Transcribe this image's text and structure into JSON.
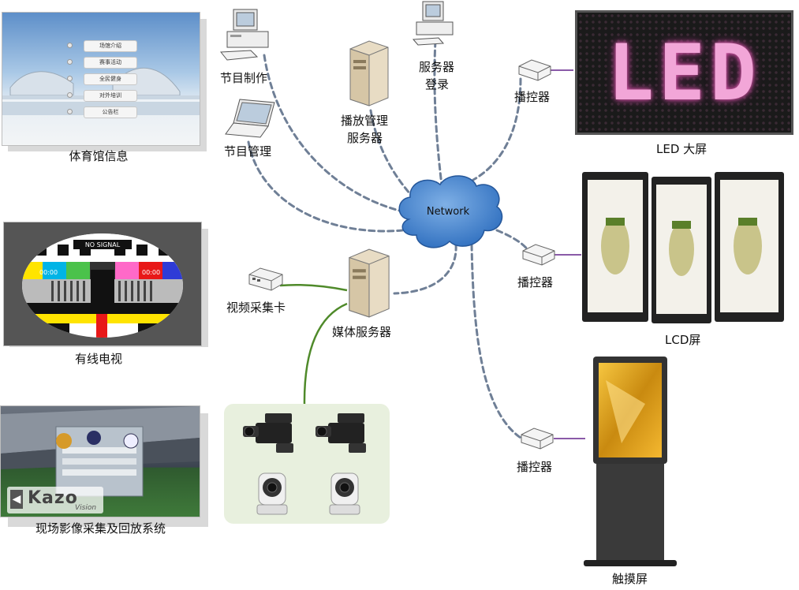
{
  "nodes": {
    "stadium_info": "体育馆信息",
    "cable_tv": "有线电视",
    "live_capture": "现场影像采集及回放系统",
    "program_make": "节目制作",
    "program_manage": "节目管理",
    "play_server": "播放管理\n服务器",
    "play_server_l1": "播放管理",
    "play_server_l2": "服务器",
    "server_login_l1": "服务器",
    "server_login_l2": "登录",
    "network": "Network",
    "video_card": "视频采集卡",
    "media_server": "媒体服务器",
    "controller_1": "播控器",
    "controller_2": "播控器",
    "controller_3": "播控器",
    "led_screen": "LED 大屏",
    "lcd_screen": "LCD屏",
    "touch_screen": "触摸屏"
  },
  "stadium_menu": [
    "场馆介绍",
    "赛事活动",
    "全民健身",
    "对外培训",
    "公告栏"
  ],
  "led_text": "LED",
  "tv_test": {
    "no_signal": "NO SIGNAL",
    "time_left": "00:00",
    "time_right": "00:00"
  },
  "logo_text": "Kazo",
  "logo_sub": "Vision",
  "colors": {
    "cloud": "#3a7bc8",
    "dashed_link": "#6f7f96",
    "green_link": "#4f8a2a",
    "purple_link": "#8a5aa8",
    "camera_bg": "#e8f0de"
  }
}
